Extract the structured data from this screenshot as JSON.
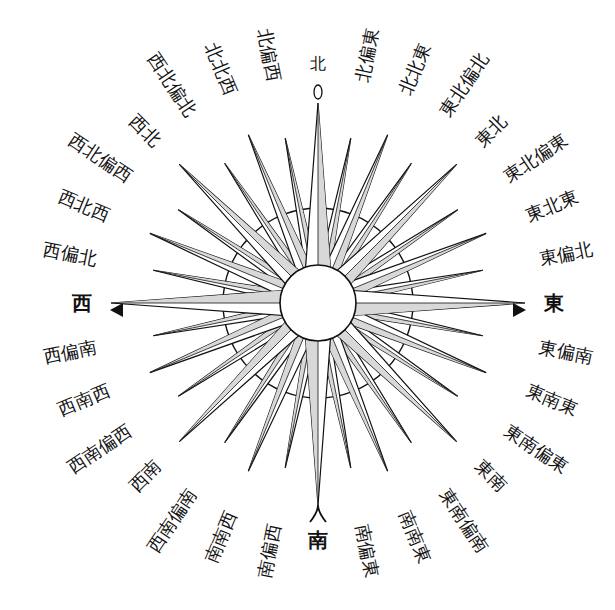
{
  "diagram": {
    "labels": [
      "北",
      "北偏東",
      "北北東",
      "東北偏北",
      "東北",
      "東北偏東",
      "東北東",
      "東偏北",
      "東",
      "東偏南",
      "東南東",
      "東南偏東",
      "東南",
      "東南偏南",
      "南南東",
      "南偏東",
      "南",
      "南偏西",
      "南南西",
      "西南偏南",
      "西南",
      "西南偏西",
      "西南西",
      "西偏南",
      "西",
      "西偏北",
      "西北西",
      "西北偏西",
      "西北",
      "西北偏北",
      "北北西",
      "北偏西"
    ]
  }
}
